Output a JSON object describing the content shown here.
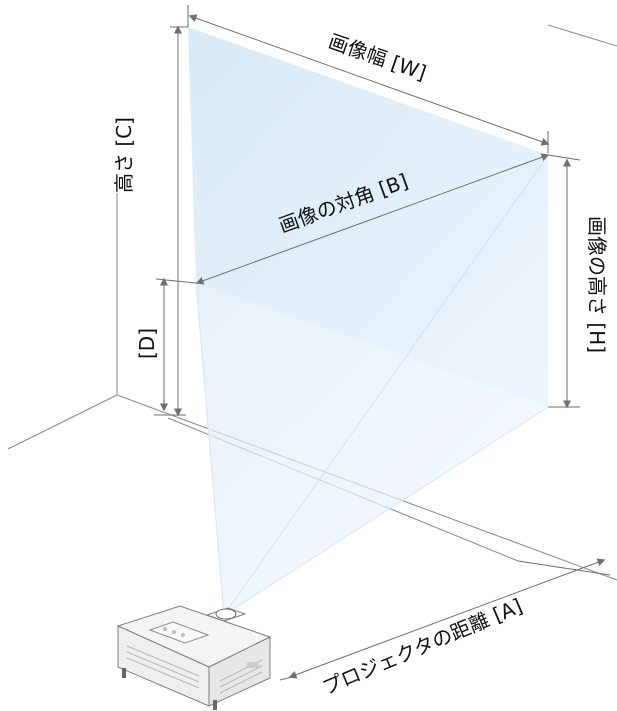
{
  "diagram": {
    "labels": {
      "image_width": "画像幅 [W]",
      "image_diagonal": "画像の対角 [B]",
      "height": "高さ [C]",
      "offset": "[D]",
      "image_height": "画像の高さ [H]",
      "projector_distance": "プロジェクタの距離 [A]"
    },
    "colors": {
      "line": "#8a8a8a",
      "arrow": "#6f6f6f",
      "screen_fill": "#dcecf8",
      "beam_fill": "#e9f3fb",
      "projector_body": "#f4f4f4",
      "projector_outline": "#7d7d7d"
    },
    "icons": {
      "projector": "projector-icon"
    }
  }
}
